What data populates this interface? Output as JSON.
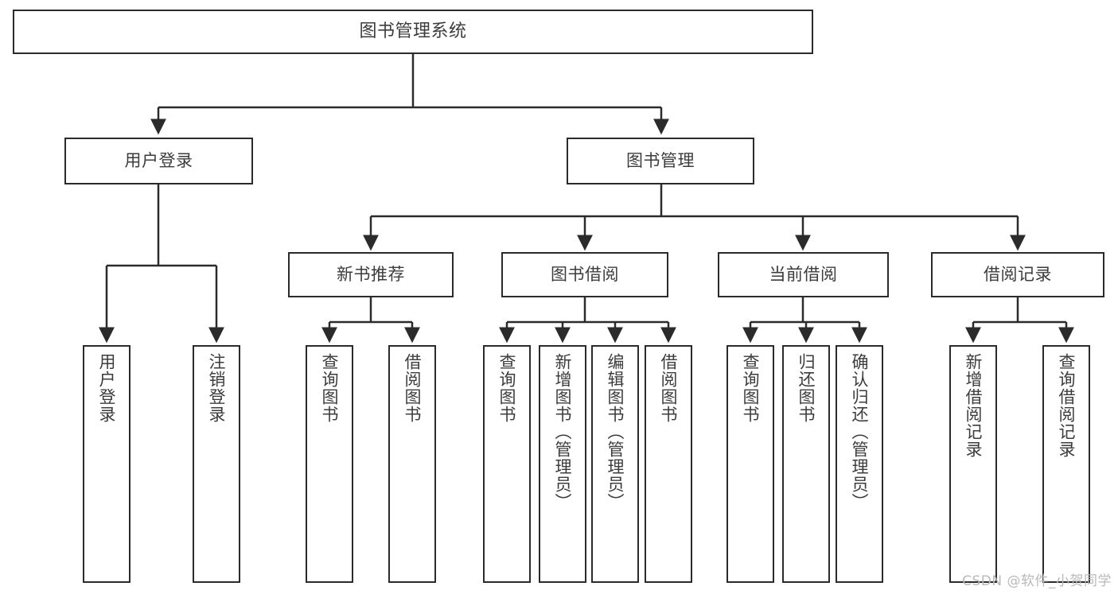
{
  "diagram": {
    "title": "图书管理系统",
    "type": "tree",
    "watermark": "CSDN @软件_小贺同学",
    "colors": {
      "box_border": "#2b2b2b",
      "box_fill": "#ffffff",
      "edge": "#2b2b2b",
      "text": "#3c3c3c",
      "watermark": "#b9b9b9",
      "background": "#ffffff"
    },
    "nodes": {
      "root": {
        "label": "图书管理系统"
      },
      "level2": [
        {
          "id": "user-login",
          "label": "用户登录"
        },
        {
          "id": "book-manage",
          "label": "图书管理"
        }
      ],
      "level3": [
        {
          "id": "new-book-recommend",
          "label": "新书推荐"
        },
        {
          "id": "book-borrow",
          "label": "图书借阅"
        },
        {
          "id": "current-borrow",
          "label": "当前借阅"
        },
        {
          "id": "borrow-record",
          "label": "借阅记录"
        }
      ],
      "leaves": {
        "user-login": [
          {
            "id": "leaf-user-login",
            "label": "用户登录"
          },
          {
            "id": "leaf-user-logout",
            "label": "注销登录"
          }
        ],
        "new-book-recommend": [
          {
            "id": "leaf-query-book-1",
            "label": "查询图书"
          },
          {
            "id": "leaf-borrow-book-1",
            "label": "借阅图书"
          }
        ],
        "book-borrow": [
          {
            "id": "leaf-query-book-2",
            "label": "查询图书"
          },
          {
            "id": "leaf-add-book",
            "label": "新增图书（管理员）"
          },
          {
            "id": "leaf-edit-book",
            "label": "编辑图书（管理员）"
          },
          {
            "id": "leaf-borrow-book-2",
            "label": "借阅图书"
          }
        ],
        "current-borrow": [
          {
            "id": "leaf-query-book-3",
            "label": "查询图书"
          },
          {
            "id": "leaf-return-book",
            "label": "归还图书"
          },
          {
            "id": "leaf-confirm-return",
            "label": "确认归还（管理员）"
          }
        ],
        "borrow-record": [
          {
            "id": "leaf-add-record",
            "label": "新增借阅记录"
          },
          {
            "id": "leaf-query-record",
            "label": "查询借阅记录"
          }
        ]
      }
    }
  }
}
